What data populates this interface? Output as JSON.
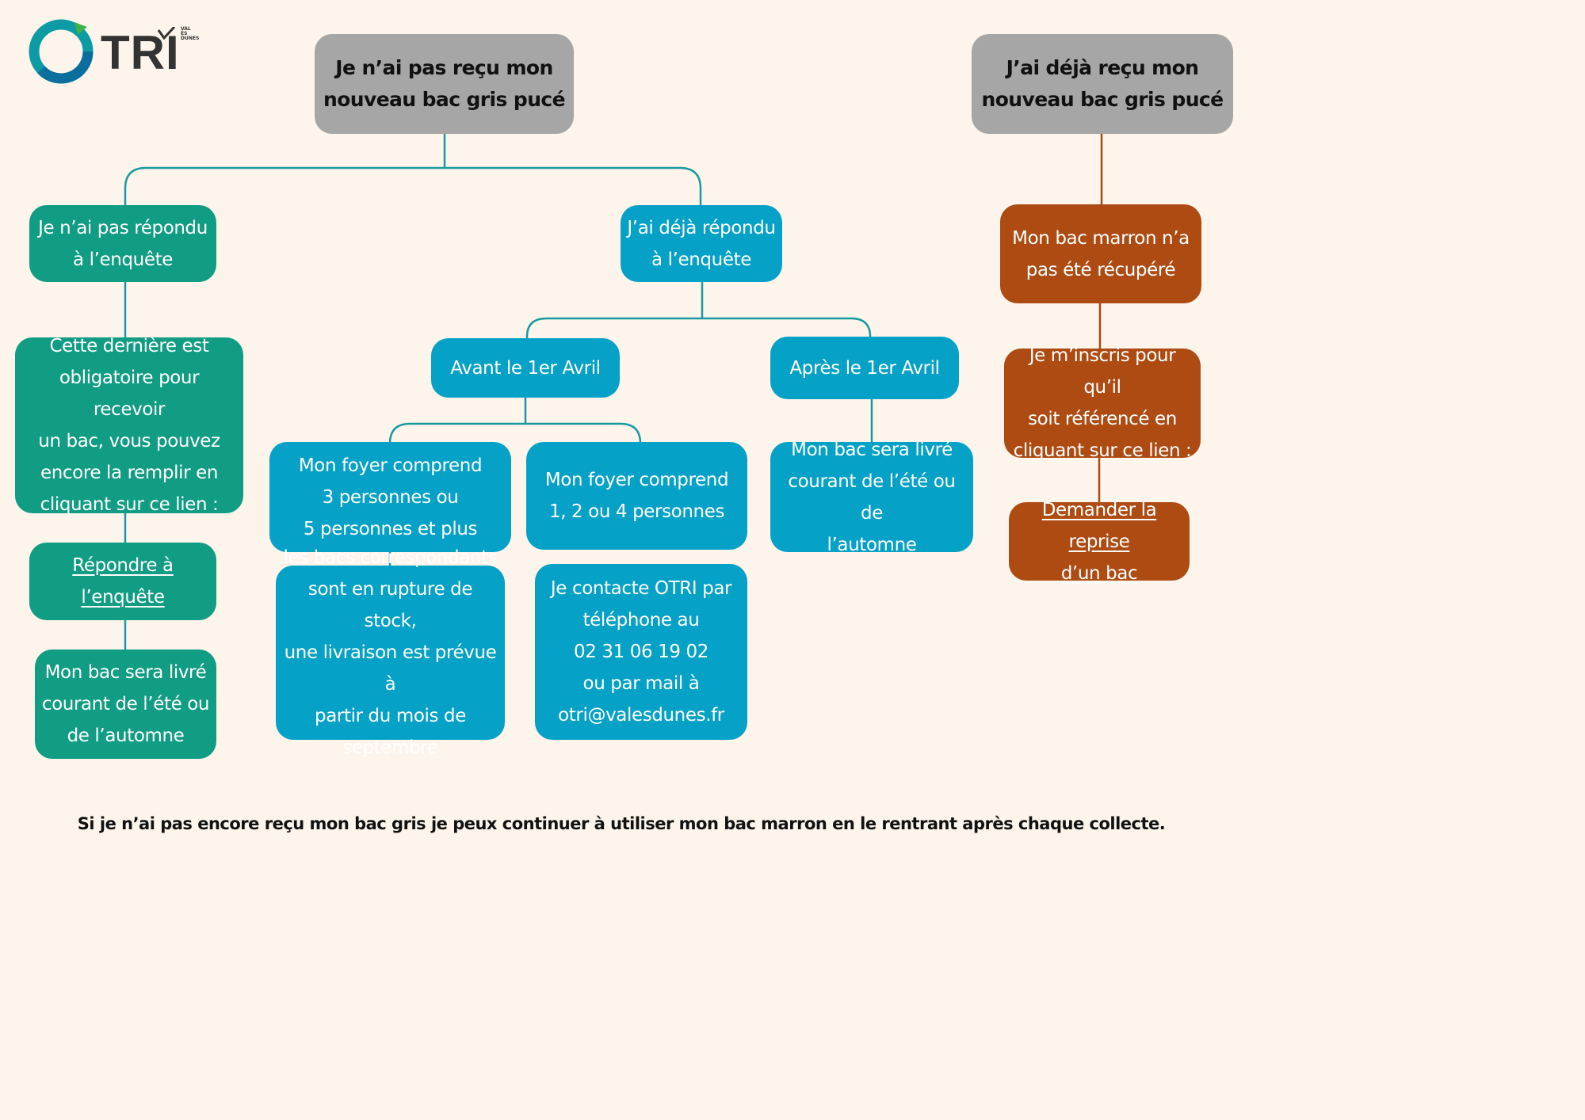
{
  "logo": {
    "text": "TRI",
    "subtext": [
      "VAL",
      "ÈS",
      "DUNES"
    ]
  },
  "top_left": [
    "Je n’ai pas reçu mon",
    "nouveau bac gris pucé"
  ],
  "top_right": [
    "J’ai déjà reçu mon",
    "nouveau bac gris pucé"
  ],
  "not_answered": [
    "Je n’ai pas répondu",
    "à l’enquête"
  ],
  "mandatory": [
    "Cette dernière est",
    "obligatoire pour recevoir",
    "un bac, vous pouvez",
    "encore la remplir en",
    "cliquant sur ce lien :"
  ],
  "answer_link": [
    "Répondre à",
    "l’enquête"
  ],
  "delivered_left": [
    "Mon bac sera livré",
    "courant de l’été ou",
    "de l’automne"
  ],
  "answered": [
    "J’ai déjà répondu",
    "à l’enquête"
  ],
  "before_april": "Avant le 1er Avril",
  "after_april": "Après le 1er Avril",
  "household_35": [
    "Mon foyer comprend",
    "3 personnes ou",
    "5 personnes et plus"
  ],
  "out_of_stock": [
    "les bacs correspondants",
    "sont en rupture de stock,",
    "une livraison est prévue à",
    "partir du mois de",
    "septembre"
  ],
  "household_124": [
    "Mon foyer comprend",
    "1, 2 ou 4 personnes"
  ],
  "contact": [
    "Je contacte OTRI par",
    "téléphone au",
    "02 31 06 19 02",
    "ou par mail à",
    "otri@valesdunes.fr"
  ],
  "delivered_after": [
    "Mon bac sera livré",
    "courant de l’été ou de",
    "l’automne"
  ],
  "brown_not_collected": [
    "Mon bac marron n’a",
    "pas été récupéré"
  ],
  "register": [
    "Je m’inscris pour qu’il",
    "soit référencé en",
    "cliquant sur ce lien :"
  ],
  "pickup_link": [
    "Demander la reprise",
    "d’un bac"
  ],
  "footer": "Si je n’ai pas encore reçu mon bac gris je peux continuer à utiliser mon bac marron en le rentrant après chaque collecte.",
  "colors": {
    "background": "#fdf5ec",
    "grey": "#a6a6a6",
    "green": "#119c84",
    "blue": "#05a1c6",
    "rust": "#ad4b12",
    "connector_left": "#1a9aa0",
    "connector_right": "#a54a14"
  }
}
